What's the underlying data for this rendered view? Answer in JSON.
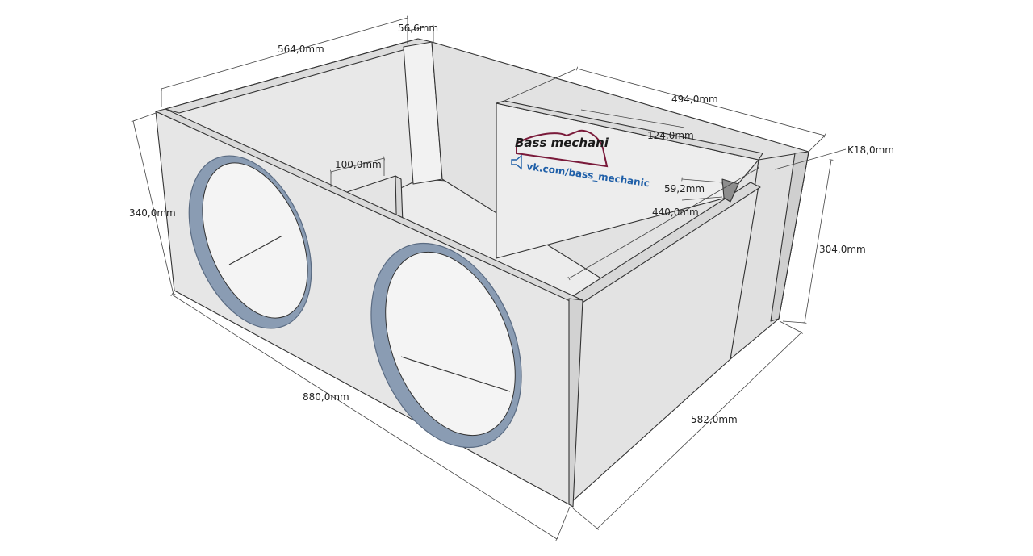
{
  "dimensions": {
    "top_back_width": "564,0mm",
    "top_gap": "56,6mm",
    "port_length": "494,0mm",
    "port_inner": "124,0mm",
    "thickness": "K18,0mm",
    "front_height": "340,0mm",
    "port_wall_offset": "100,0mm",
    "port_width": "59,2mm",
    "port_depth": "440,0mm",
    "side_height": "304,0mm",
    "front_width": "880,0mm",
    "side_depth": "582,0mm"
  },
  "watermark": {
    "brand": "Bass mechani",
    "url": "vk.com/bass_mechanic"
  },
  "colors": {
    "panel": "#e6e6e6",
    "panel_dark": "#d4d4d4",
    "ring": "#8a9cb3",
    "ring_edge": "#5a6b82"
  }
}
